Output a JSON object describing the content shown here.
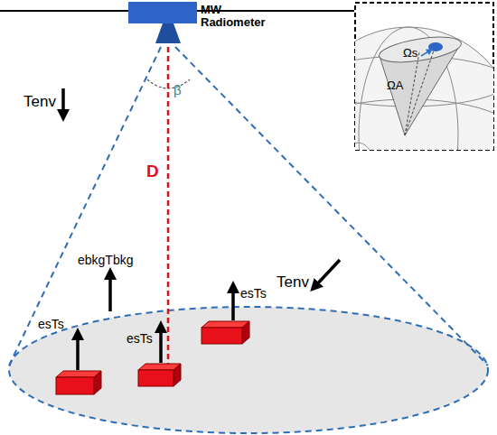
{
  "diagram": {
    "labels": [
      "MW Radiometer",
      "Ωs",
      "ΩA",
      "Tenv",
      "β",
      "D",
      "Tenv",
      "ebkgTbkg",
      "esTs",
      "esTs",
      "esTs"
    ]
  }
}
